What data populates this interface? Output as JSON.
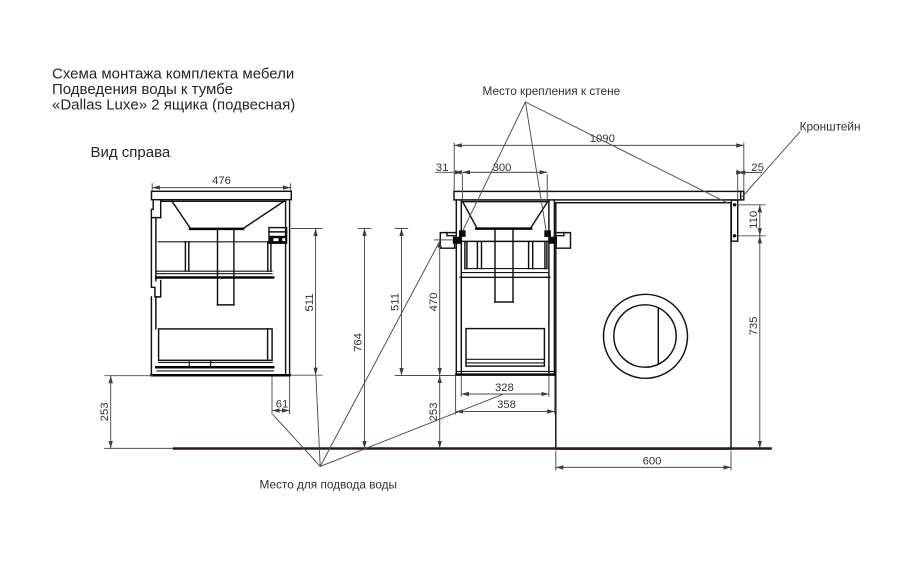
{
  "title": {
    "line1": "Схема монтажа комплекта мебели",
    "line2": "Подведения воды к тумбе",
    "line3": "«Dallas Luxe» 2 ящика (подвесная)"
  },
  "side_view": {
    "label": "Вид справа",
    "dims": {
      "width": "476",
      "height": "511",
      "total_height": "764",
      "rear_offset": "61",
      "floor_gap": "253"
    }
  },
  "front_view": {
    "dims": {
      "total_width": "1090",
      "edge_offset": "31",
      "basin_offset": "300",
      "bracket_overhang": "25",
      "bracket_holes": "110",
      "height": "511",
      "mount_height": "470",
      "floor_gap": "253",
      "drawer_width": "328",
      "cabinet_width": "358",
      "machine_height": "735",
      "machine_width": "600"
    }
  },
  "annotations": {
    "wall_mount": "Место крепления к стене",
    "bracket": "Кронштейн",
    "water_supply": "Место для подвода воды"
  },
  "colors": {
    "object_line": "#151515",
    "dimension_line": "#4c4c4c",
    "floor_line": "#2c1b12",
    "background": "#ffffff"
  }
}
